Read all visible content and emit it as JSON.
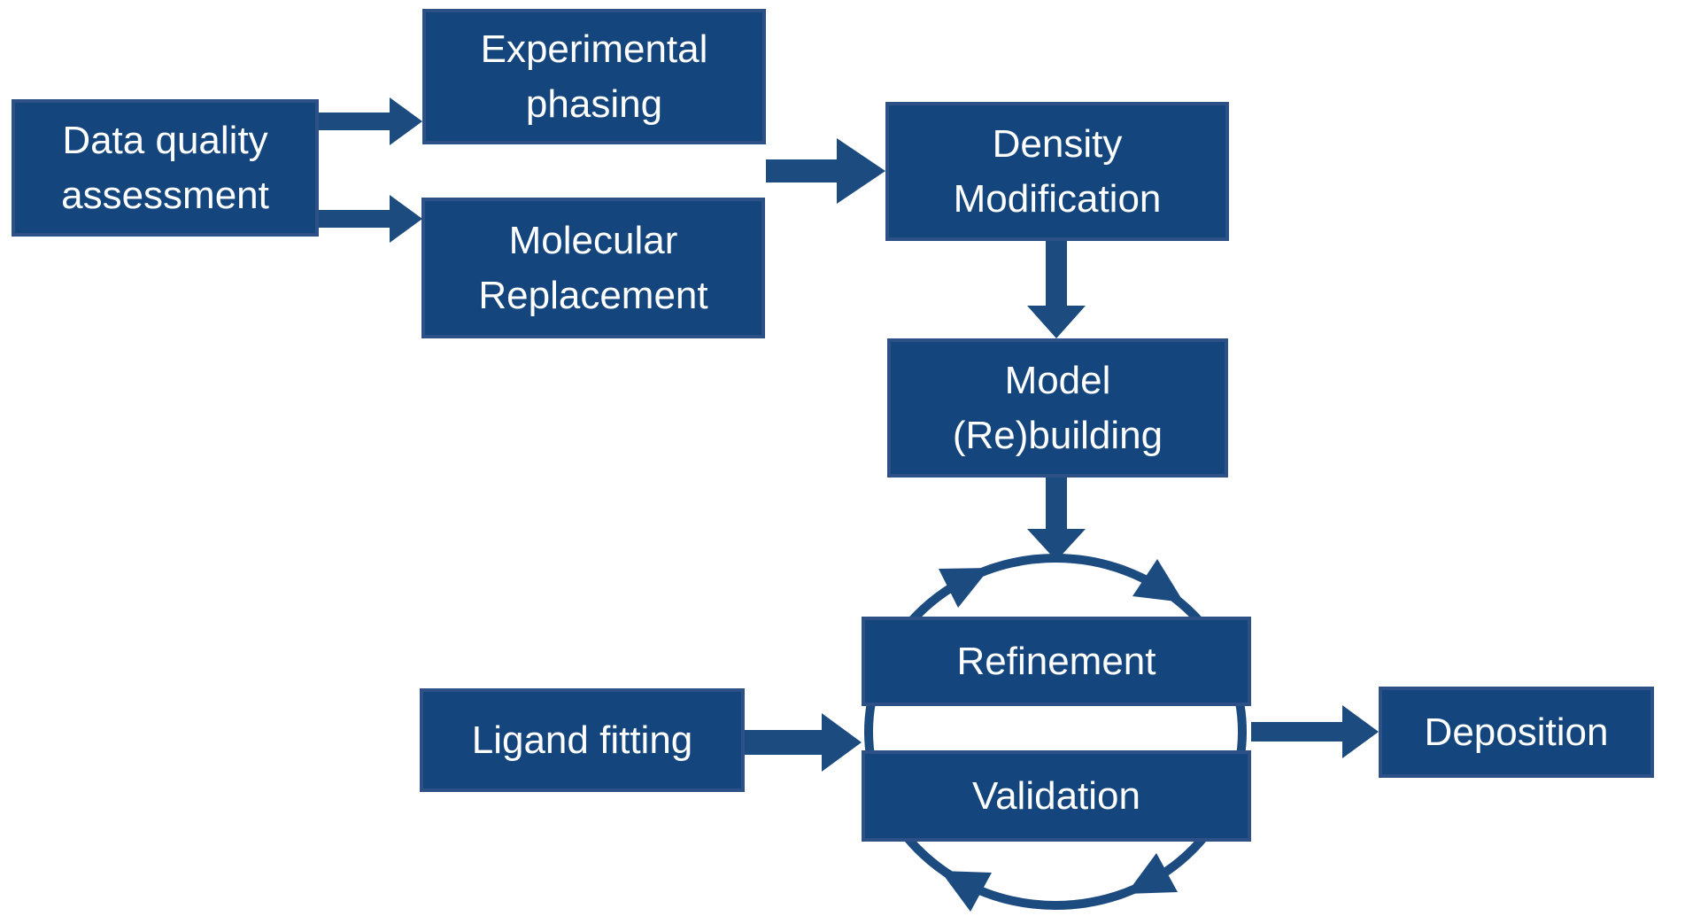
{
  "diagram": {
    "type": "flowchart",
    "background": "#ffffff",
    "colors": {
      "box_fill": "#14467d",
      "box_border": "#2d5187",
      "arrow": "#1c4b7f",
      "cycle_stroke": "#1c4b7f",
      "text": "#ffffff"
    },
    "nodes": {
      "data_quality_assessment": {
        "label": "Data quality\nassessment"
      },
      "experimental_phasing": {
        "label": "Experimental\nphasing"
      },
      "molecular_replacement": {
        "label": "Molecular\nReplacement"
      },
      "density_modification": {
        "label": "Density\nModification"
      },
      "model_rebuilding": {
        "label": "Model\n(Re)building"
      },
      "refinement": {
        "label": "Refinement"
      },
      "validation": {
        "label": "Validation"
      },
      "ligand_fitting": {
        "label": "Ligand fitting"
      },
      "deposition": {
        "label": "Deposition"
      }
    },
    "edges": [
      {
        "from": "data_quality_assessment",
        "to": "experimental_phasing"
      },
      {
        "from": "data_quality_assessment",
        "to": "molecular_replacement"
      },
      {
        "from": "experimental_phasing / molecular_replacement",
        "to": "density_modification"
      },
      {
        "from": "density_modification",
        "to": "model_rebuilding"
      },
      {
        "from": "model_rebuilding",
        "to": "refinement_validation_cycle"
      },
      {
        "from": "ligand_fitting",
        "to": "refinement_validation_cycle"
      },
      {
        "from": "refinement_validation_cycle",
        "to": "deposition"
      }
    ],
    "cycle": {
      "between": [
        "refinement",
        "validation"
      ],
      "direction": "clockwise",
      "arrowheads": 4
    }
  }
}
